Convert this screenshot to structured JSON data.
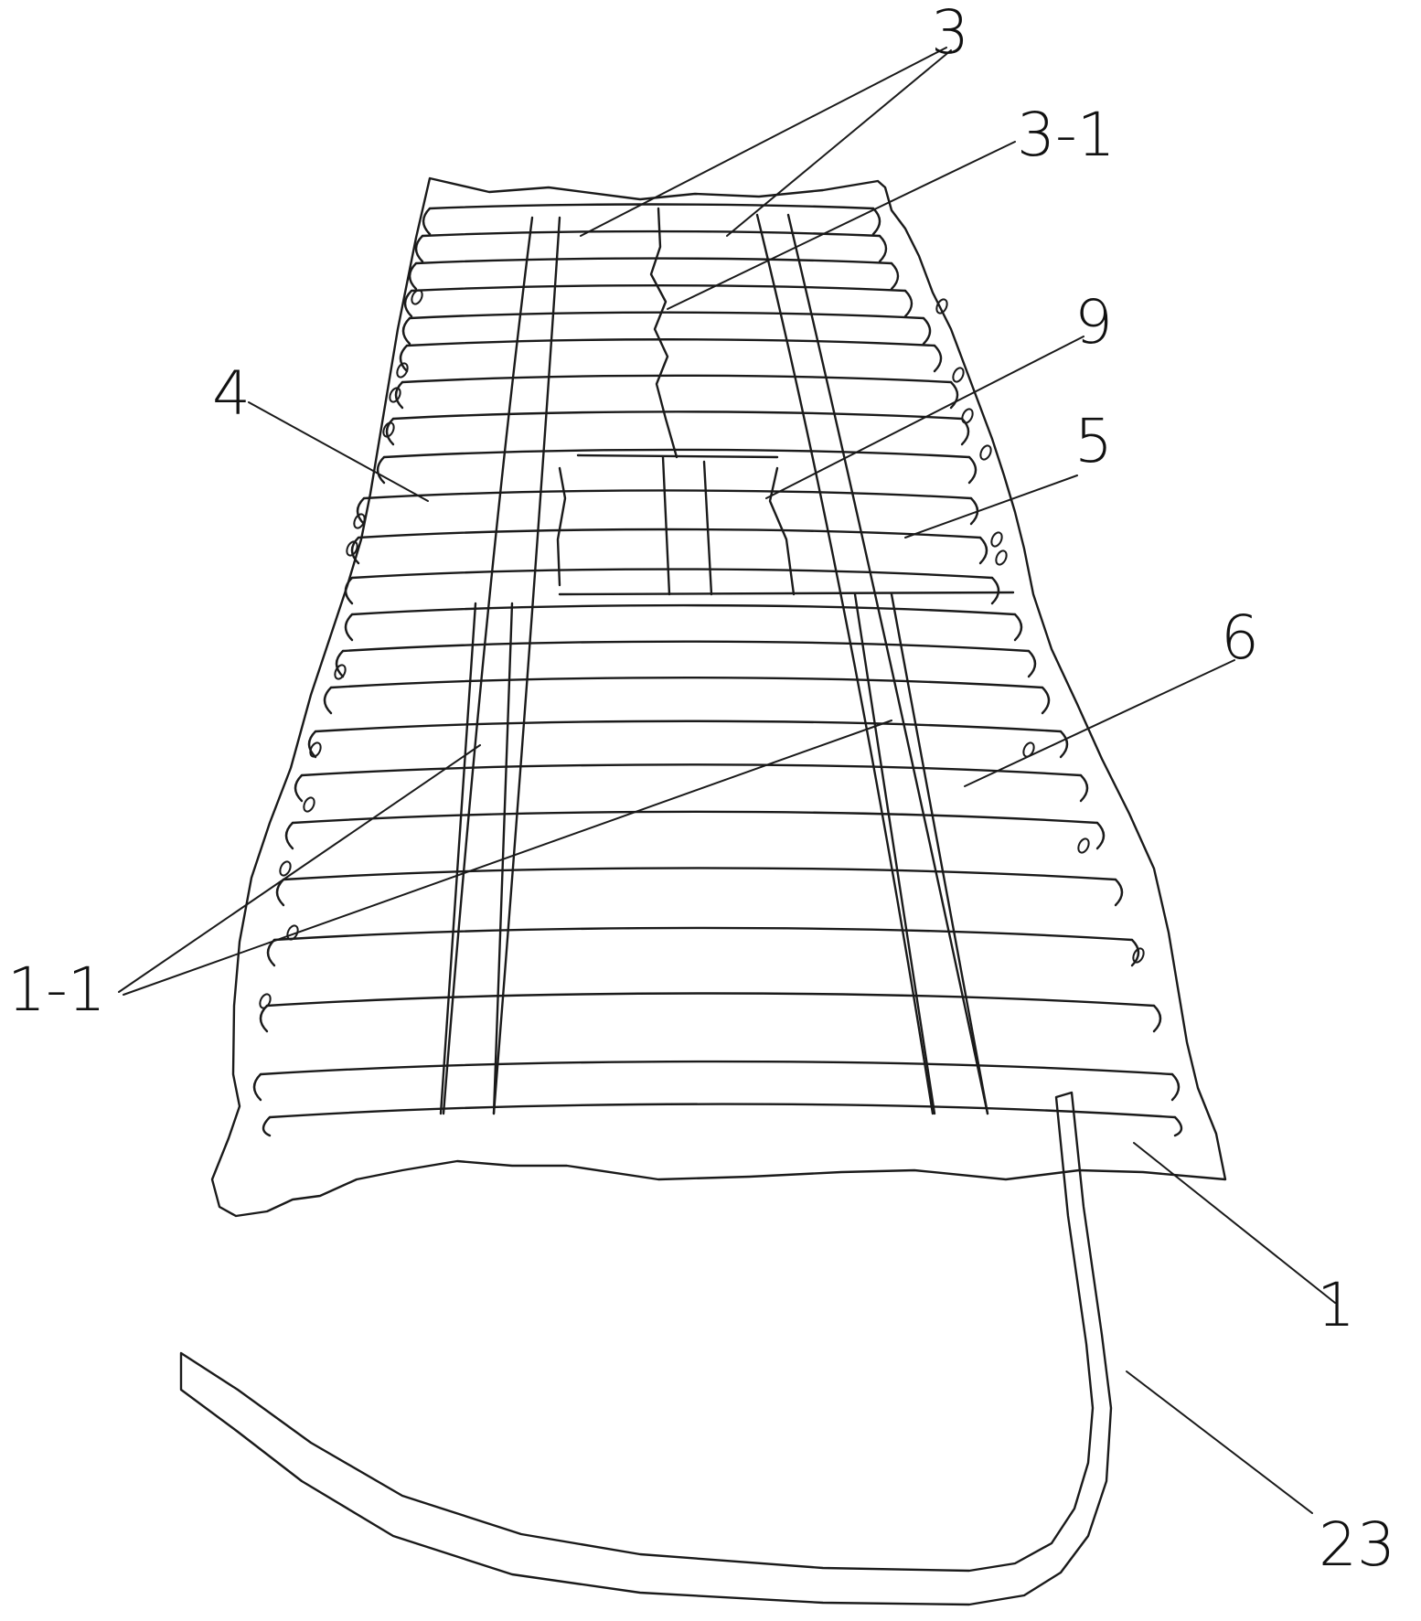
{
  "figure": {
    "labels": {
      "label_3": "3",
      "label_3_1": "3-1",
      "label_9": "9",
      "label_4": "4",
      "label_5": "5",
      "label_6": "6",
      "label_1_1": "1-1",
      "label_1": "1",
      "label_23": "23"
    }
  },
  "colors": {
    "line": "#1a1a1a",
    "background": "#ffffff"
  }
}
